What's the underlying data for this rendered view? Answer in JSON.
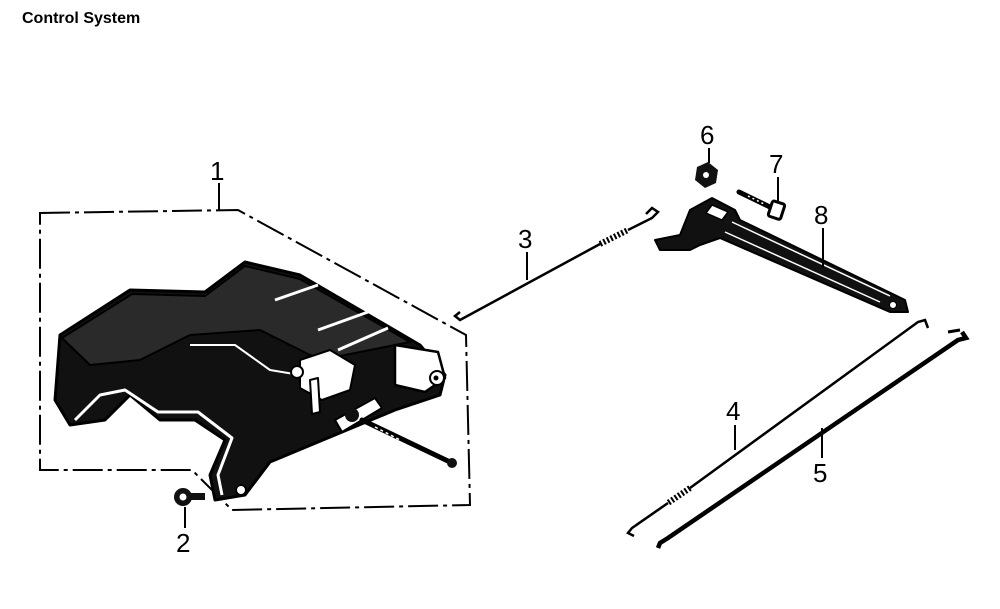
{
  "title": "Control System",
  "callouts": [
    "1",
    "2",
    "3",
    "4",
    "5",
    "6",
    "7",
    "8"
  ]
}
